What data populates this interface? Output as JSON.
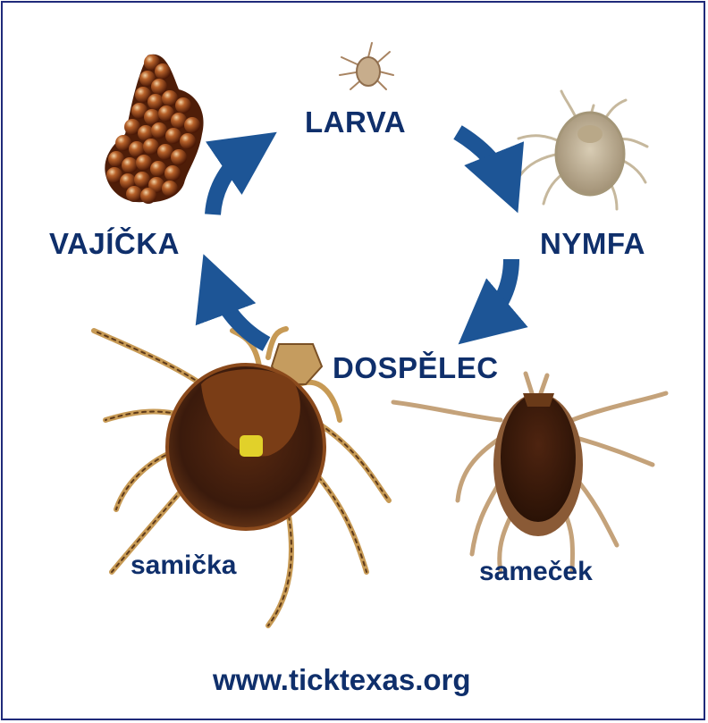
{
  "diagram": {
    "stages": {
      "larva": "LARVA",
      "nymph": "NYMFA",
      "adult": "DOSPĚLEC",
      "eggs": "VAJÍČKA"
    },
    "adult_labels": {
      "female": "samička",
      "male": "sameček"
    },
    "source_url": "www.ticktexas.org"
  },
  "colors": {
    "arrow": "#1d5596",
    "label_text": "#0f2f6b",
    "frame_border": "#1f2a7a",
    "tick_dark": "#3a1a0c",
    "tick_brown": "#7a3d16",
    "tick_leg": "#c79a55",
    "egg": "#8a3f17"
  },
  "icons": [
    "egg-cluster-image",
    "larva-tick-image",
    "nymph-tick-image",
    "female-tick-image",
    "male-tick-image",
    "cycle-arrow-icon"
  ]
}
